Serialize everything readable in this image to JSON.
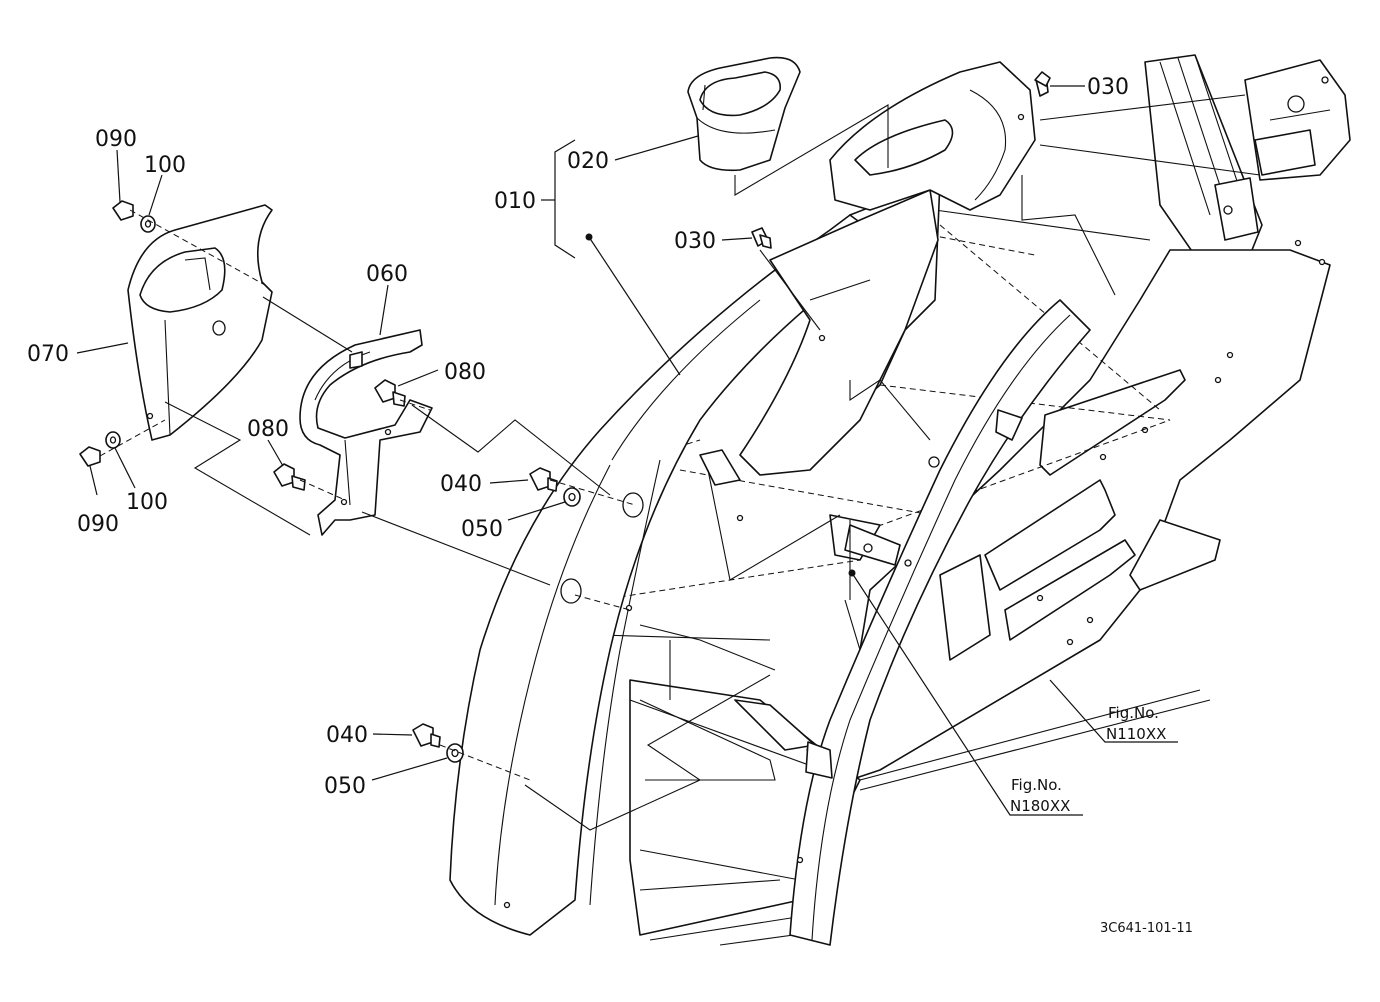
{
  "callouts": {
    "c010": "010",
    "c020": "020",
    "c030a": "030",
    "c030b": "030",
    "c040a": "040",
    "c040b": "040",
    "c050a": "050",
    "c050b": "050",
    "c060": "060",
    "c070": "070",
    "c080a": "080",
    "c080b": "080",
    "c090a": "090",
    "c090b": "090",
    "c100a": "100",
    "c100b": "100"
  },
  "references": {
    "fig1_label": "Fig.No.",
    "fig1_number": "N110XX",
    "fig2_label": "Fig.No.",
    "fig2_number": "N180XX"
  },
  "drawing_code": "3C641-101-11"
}
